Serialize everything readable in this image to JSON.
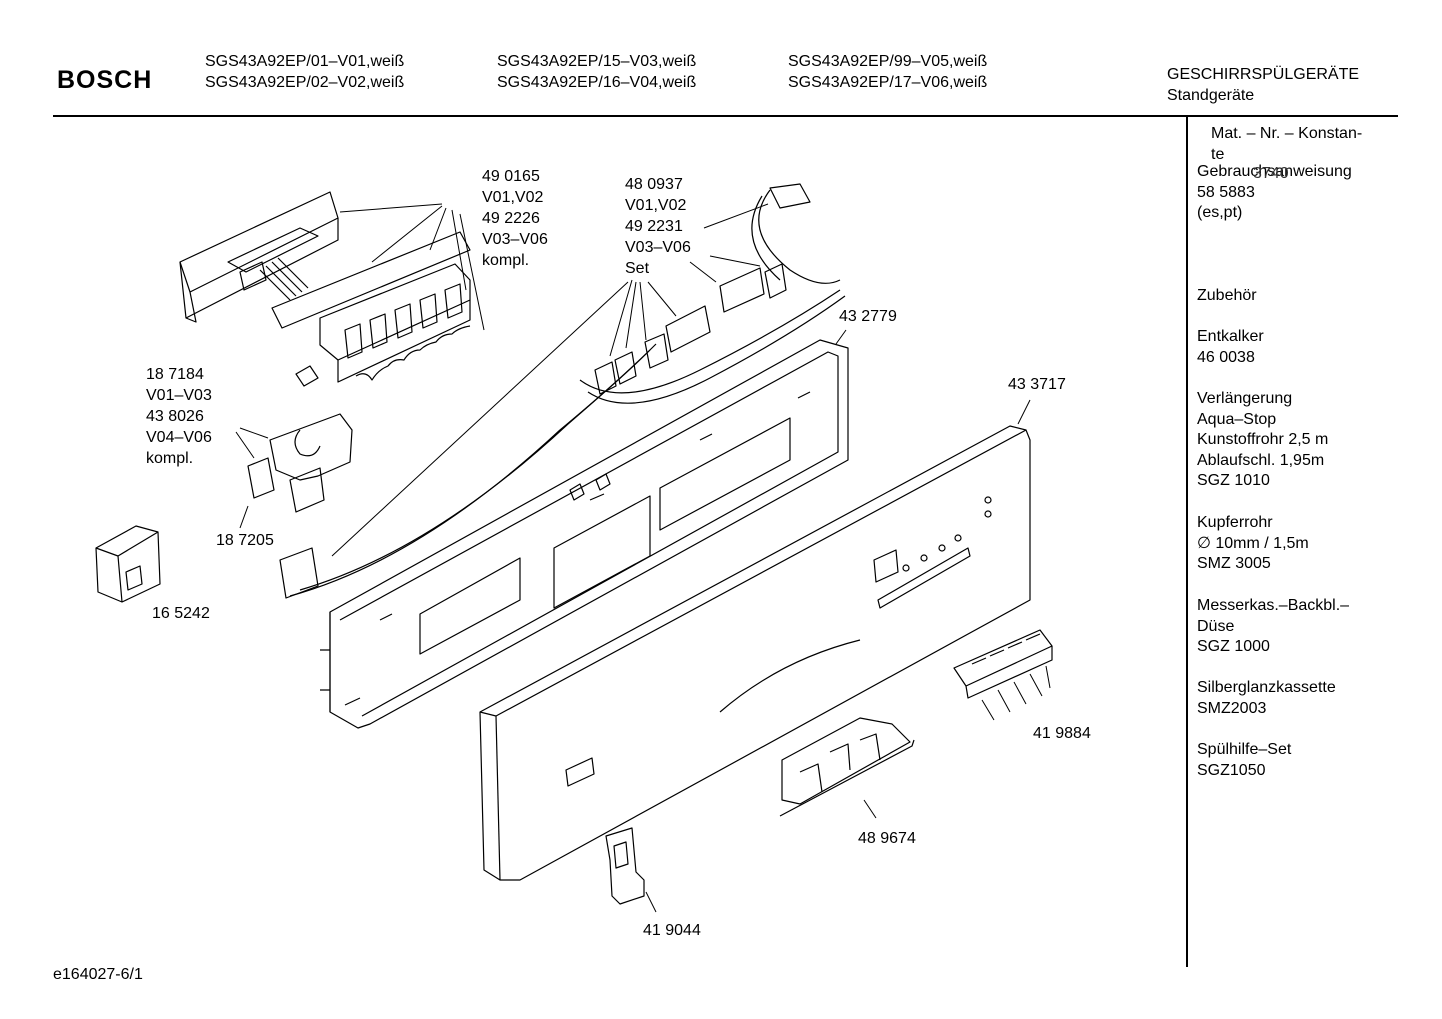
{
  "header": {
    "brand": "BOSCH",
    "models": [
      [
        "SGS43A92EP/01–V01,weiß",
        "SGS43A92EP/02–V02,weiß"
      ],
      [
        "SGS43A92EP/15–V03,weiß",
        "SGS43A92EP/16–V04,weiß"
      ],
      [
        "SGS43A92EP/99–V05,weiß",
        "SGS43A92EP/17–V06,weiß"
      ]
    ],
    "category_line1": "GESCHIRRSPÜLGERÄTE",
    "category_line2": "Standgeräte"
  },
  "sidebar": {
    "mat_nr_line1": "Mat. – Nr. – Konstan-",
    "mat_nr_line2": "te",
    "manual_line1": "Gebrauchsanweisung",
    "manual_overlap": "3740",
    "manual_line2": "58 5883",
    "manual_line3": "(es,pt)",
    "accessories_title": "Zubehör",
    "accessories": [
      [
        "Entkalker",
        "46 0038"
      ],
      [
        "Verlängerung",
        "Aqua–Stop",
        "Kunstoffrohr 2,5 m",
        "Ablaufschl. 1,95m",
        "SGZ 1010"
      ],
      [
        "Kupferrohr",
        "∅ 10mm / 1,5m",
        "SMZ 3005"
      ],
      [
        "Messerkas.–Backbl.–",
        "Düse",
        "SGZ 1000"
      ],
      [
        "Silberglanzkassette",
        "SMZ2003"
      ],
      [
        "Spülhilfe–Set",
        "SGZ1050"
      ]
    ]
  },
  "parts": {
    "p490165": [
      "49 0165",
      "V01,V02",
      "49 2226",
      "V03–V06",
      "kompl."
    ],
    "p480937": [
      "48 0937",
      "V01,V02",
      "49 2231",
      "V03–V06",
      "Set"
    ],
    "p432779": [
      "43 2779"
    ],
    "p433717": [
      "43 3717"
    ],
    "p187184": [
      "18 7184",
      "V01–V03",
      "43 8026",
      "V04–V06",
      "kompl."
    ],
    "p187205": [
      "18 7205"
    ],
    "p165242": [
      "16 5242"
    ],
    "p419884": [
      "41 9884"
    ],
    "p489674": [
      "48 9674"
    ],
    "p419044": [
      "41 9044"
    ]
  },
  "footer": {
    "code": "e164027-6/1"
  }
}
